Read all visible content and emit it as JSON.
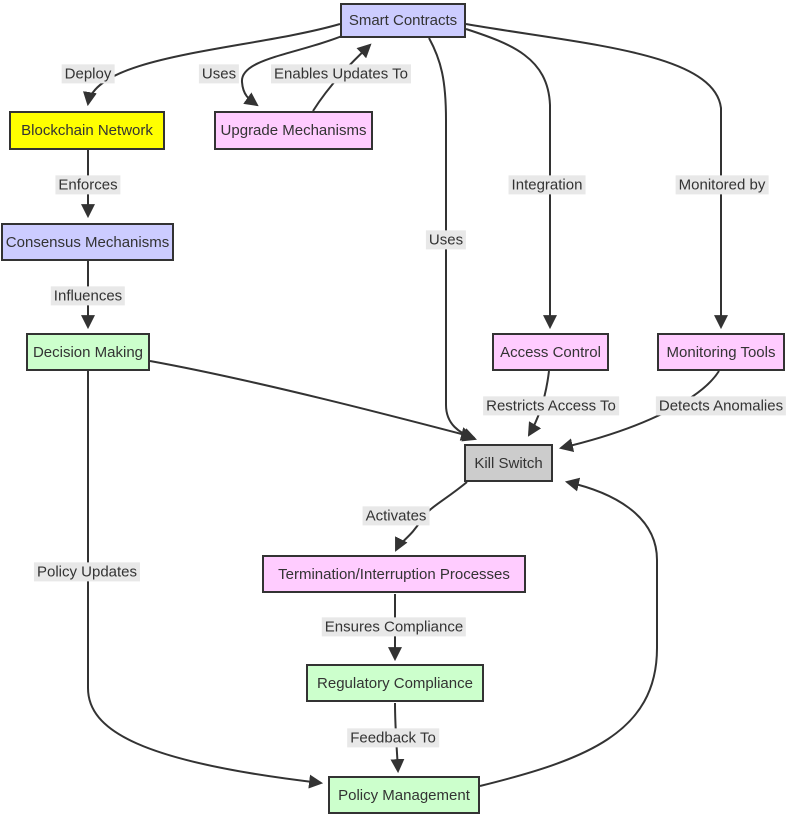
{
  "diagram": {
    "type": "flowchart",
    "background": "#ffffff",
    "stroke_color": "#333333",
    "text_color": "#333333",
    "edge_label_bg": "#e8e8e8",
    "node_colors": {
      "lavender": "#ccccff",
      "yellow": "#ffff00",
      "pink": "#ffccff",
      "green": "#ccffcc",
      "gray": "#cccccc"
    },
    "nodes": [
      {
        "id": "smart-contracts",
        "label": "Smart Contracts",
        "color": "lavender"
      },
      {
        "id": "blockchain-network",
        "label": "Blockchain Network",
        "color": "yellow"
      },
      {
        "id": "upgrade-mechanisms",
        "label": "Upgrade Mechanisms",
        "color": "pink"
      },
      {
        "id": "consensus-mechanisms",
        "label": "Consensus Mechanisms",
        "color": "lavender"
      },
      {
        "id": "decision-making",
        "label": "Decision Making",
        "color": "green"
      },
      {
        "id": "access-control",
        "label": "Access Control",
        "color": "pink"
      },
      {
        "id": "monitoring-tools",
        "label": "Monitoring Tools",
        "color": "pink"
      },
      {
        "id": "kill-switch",
        "label": "Kill Switch",
        "color": "gray"
      },
      {
        "id": "termination-processes",
        "label": "Termination/Interruption Processes",
        "color": "pink"
      },
      {
        "id": "regulatory-compliance",
        "label": "Regulatory Compliance",
        "color": "green"
      },
      {
        "id": "policy-management",
        "label": "Policy Management",
        "color": "green"
      }
    ],
    "edges": [
      {
        "from": "smart-contracts",
        "to": "blockchain-network",
        "label": "Deploy"
      },
      {
        "from": "smart-contracts",
        "to": "upgrade-mechanisms",
        "label": "Uses"
      },
      {
        "from": "upgrade-mechanisms",
        "to": "smart-contracts",
        "label": "Enables Updates To"
      },
      {
        "from": "blockchain-network",
        "to": "consensus-mechanisms",
        "label": "Enforces"
      },
      {
        "from": "consensus-mechanisms",
        "to": "decision-making",
        "label": "Influences"
      },
      {
        "from": "smart-contracts",
        "to": "kill-switch",
        "label": "Uses"
      },
      {
        "from": "smart-contracts",
        "to": "access-control",
        "label": "Integration"
      },
      {
        "from": "smart-contracts",
        "to": "monitoring-tools",
        "label": "Monitored by"
      },
      {
        "from": "access-control",
        "to": "kill-switch",
        "label": "Restricts Access To"
      },
      {
        "from": "monitoring-tools",
        "to": "kill-switch",
        "label": "Detects Anomalies"
      },
      {
        "from": "decision-making",
        "to": "kill-switch",
        "label": ""
      },
      {
        "from": "kill-switch",
        "to": "termination-processes",
        "label": "Activates"
      },
      {
        "from": "termination-processes",
        "to": "regulatory-compliance",
        "label": "Ensures Compliance"
      },
      {
        "from": "regulatory-compliance",
        "to": "policy-management",
        "label": "Feedback To"
      },
      {
        "from": "decision-making",
        "to": "policy-management",
        "label": "Policy Updates"
      },
      {
        "from": "policy-management",
        "to": "kill-switch",
        "label": ""
      }
    ]
  }
}
